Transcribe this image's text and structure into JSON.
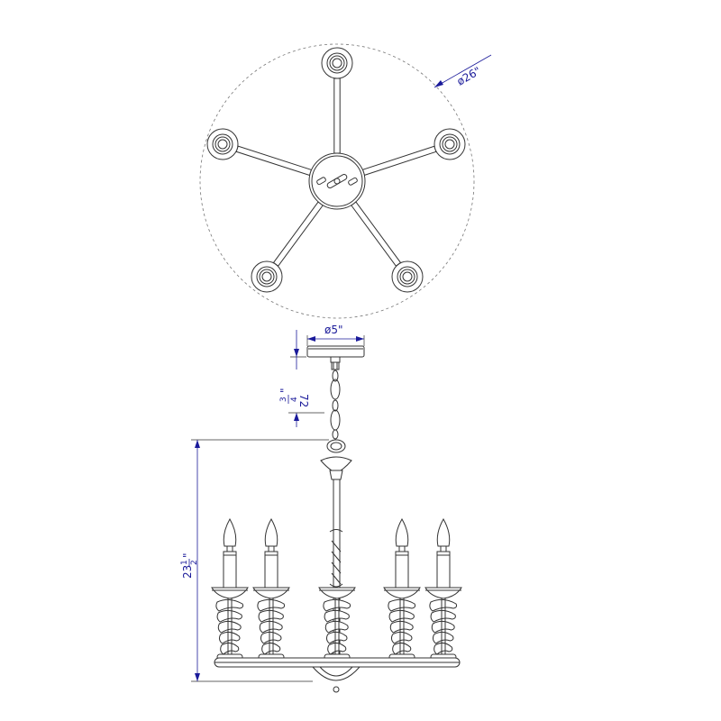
{
  "dimensions": {
    "spread_diameter": "ø26\"",
    "canopy_diameter": "ø5\"",
    "chain_whole": "72",
    "chain_fraction_num": "3",
    "chain_fraction_den": "4",
    "chain_unit": "\"",
    "body_height_whole": "23",
    "body_fraction_num": "1",
    "body_fraction_den": "2",
    "body_unit": "\""
  },
  "top_view": {
    "arm_count": 5
  },
  "side_view": {
    "candle_count": 5
  },
  "colors": {
    "dimension": "#1a1a9a",
    "line": "#333333"
  }
}
